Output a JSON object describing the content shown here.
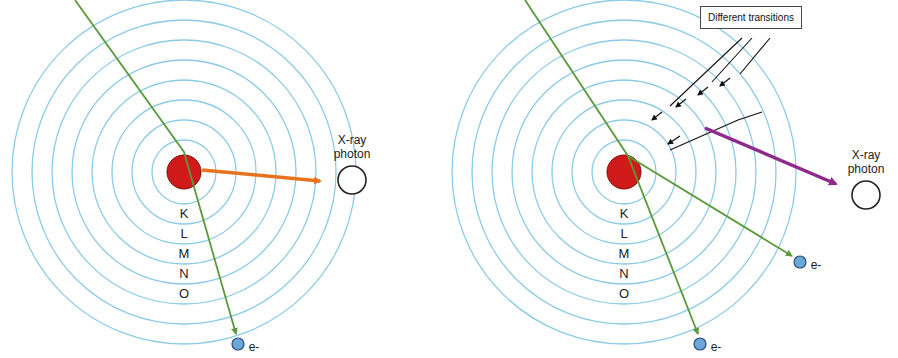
{
  "diagram": {
    "nodes": [
      {
        "text": [
          "Different transitions"
        ]
      }
    ],
    "labels": [
      "X-ray photon",
      "K",
      "L",
      "M",
      "N",
      "O",
      "e-",
      "X-ray photon",
      "K",
      "L",
      "M",
      "N",
      "O",
      "e-",
      "e-"
    ]
  }
}
